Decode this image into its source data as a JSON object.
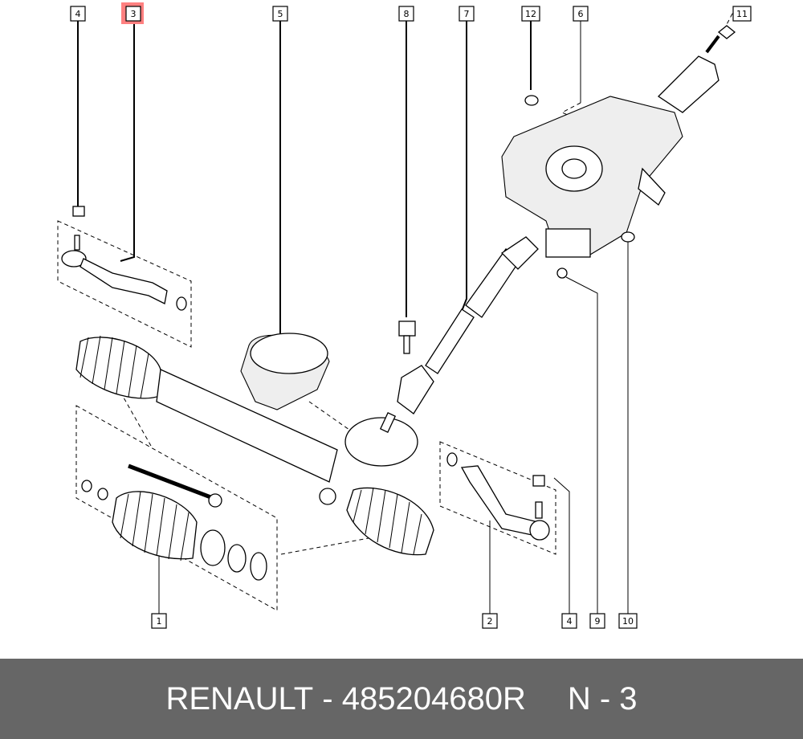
{
  "diagram": {
    "highlight_color": "#ff8080",
    "callouts": {
      "tie_rod_end_left_top": "4",
      "tie_rod_left": "3",
      "rack_cover": "5",
      "bolt": "8",
      "intermediate_shaft": "7",
      "washer_top": "12",
      "bracket": "6",
      "screw_top": "11",
      "boot_kit": "1",
      "tie_rod_right": "2",
      "tie_rod_end_right": "4",
      "nut_column": "9",
      "washer_column": "10"
    }
  },
  "footer": {
    "brand": "RENAULT",
    "separator": " - ",
    "part_number": "485204680R",
    "position_label": "N - 3",
    "background": "#666666"
  }
}
